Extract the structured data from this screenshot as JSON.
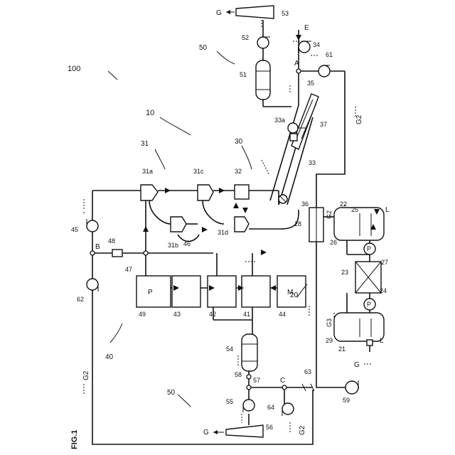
{
  "figure": {
    "caption": "FIG.1"
  },
  "labels": {
    "L100": "100",
    "L10": "10",
    "L20": "20",
    "L21": "21",
    "L22": "22",
    "L23": "23",
    "L24": "24",
    "L25": "25",
    "L26": "26",
    "L27": "27",
    "L28": "28",
    "L29": "29",
    "L30": "30",
    "L31": "31",
    "L31a": "31a",
    "L31b": "31b",
    "L31c": "31c",
    "L31d": "31d",
    "L32": "32",
    "L33": "33",
    "L33a": "33a",
    "L34": "34",
    "L35": "35",
    "L36": "36",
    "L37": "37",
    "L40": "40",
    "L41": "41",
    "L42": "42",
    "L43": "43",
    "L44": "44",
    "L45": "45",
    "L46": "46",
    "L47": "47",
    "L48": "48",
    "L49": "49",
    "L50top": "50",
    "L50bot": "50",
    "L51": "51",
    "L52": "52",
    "L53": "53",
    "L54": "54",
    "L55": "55",
    "L56": "56",
    "L57": "57",
    "L58": "58",
    "L59": "59",
    "L61": "61",
    "L62": "62",
    "L63": "63",
    "L64": "64",
    "nodeA": "A",
    "nodeB": "B",
    "nodeC": "C",
    "gasE": "E",
    "gasGtop": "G",
    "gasGbot": "G",
    "gasGleft": "G",
    "G2right": "G2",
    "G2left": "G2",
    "G2bot": "G2",
    "G2tank": "G2",
    "G3tank": "G3",
    "liqL1": "L",
    "liqL2": "L",
    "boxP": "P",
    "boxM": "M",
    "pumpP1": "P",
    "pumpP2": "P"
  }
}
